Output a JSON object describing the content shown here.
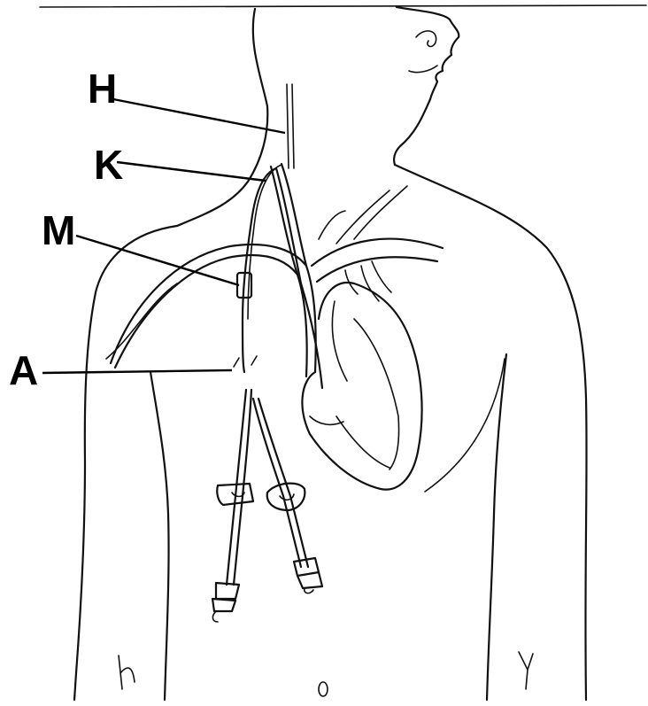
{
  "labels": {
    "h": "H",
    "k": "K",
    "m": "M",
    "a": "A"
  },
  "colors": {
    "ink": "#111111",
    "background": "#ffffff"
  }
}
